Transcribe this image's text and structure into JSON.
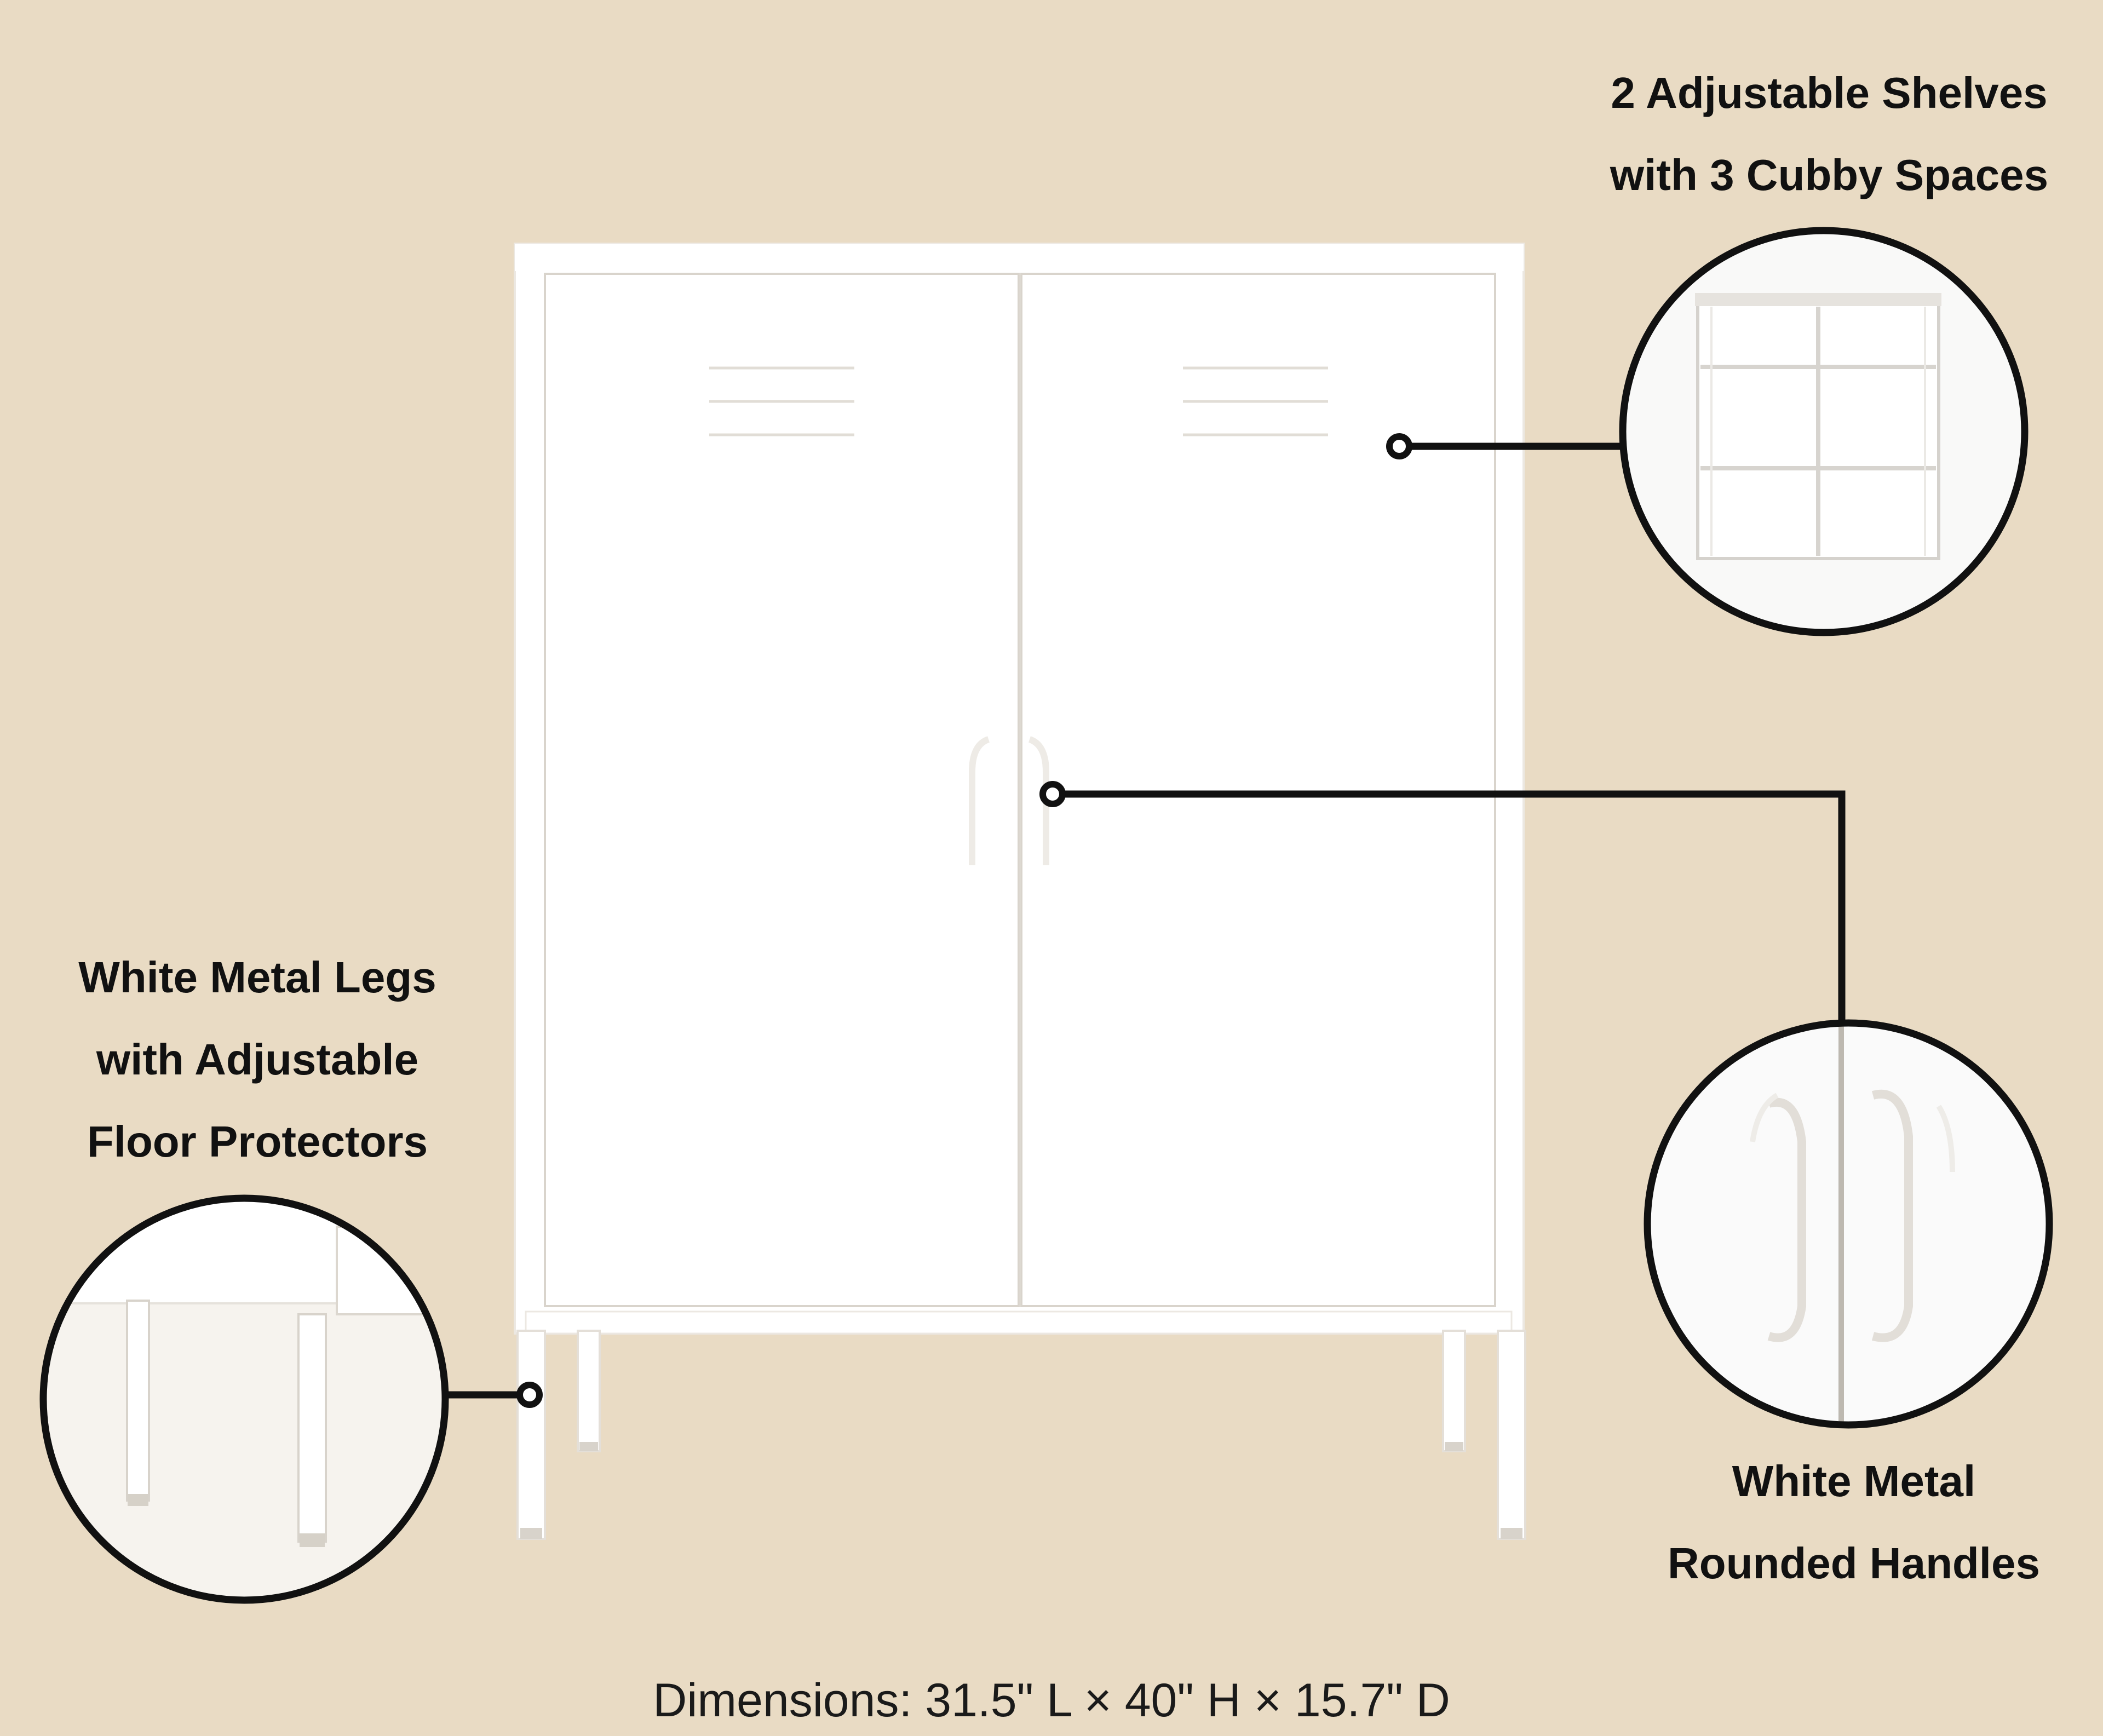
{
  "callouts": {
    "shelves": {
      "lines": [
        "2 Adjustable Shelves",
        "with 3 Cubby Spaces"
      ]
    },
    "legs": {
      "lines": [
        "White Metal Legs",
        "with Adjustable",
        "Floor Protectors"
      ]
    },
    "handles": {
      "lines": [
        "White Metal",
        "Rounded Handles"
      ]
    }
  },
  "dimensions": "Dimensions: 31.5\" L × 40\" H × 15.7\" D",
  "colors": {
    "background": "#e9dbc4",
    "cabinet": "#ffffff",
    "line": "#111111"
  }
}
